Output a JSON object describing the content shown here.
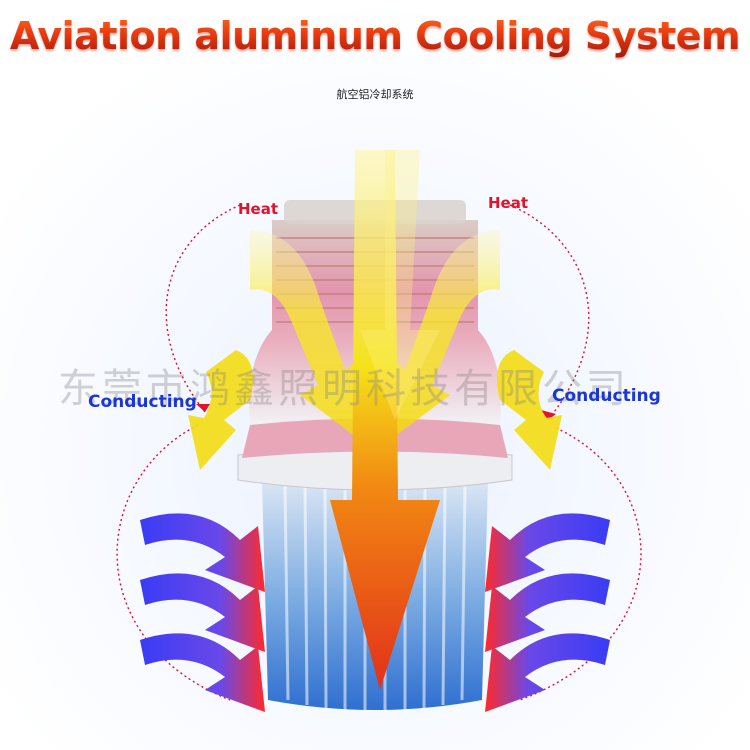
{
  "title": "Aviation aluminum Cooling System",
  "subtitle": "航空铝冷却系统",
  "labels": {
    "heat_left": "Heat",
    "heat_right": "Heat",
    "conducting_left": "Conducting",
    "conducting_right": "Conducting"
  },
  "watermark": "东莞市鸿鑫照明科技有限公司",
  "colors": {
    "title": "#e83a10",
    "heat": "#e5102a",
    "conducting": "#1a36d8",
    "hot_arrow": "#f2e40a",
    "cool_arrow": "#3a4bff"
  }
}
